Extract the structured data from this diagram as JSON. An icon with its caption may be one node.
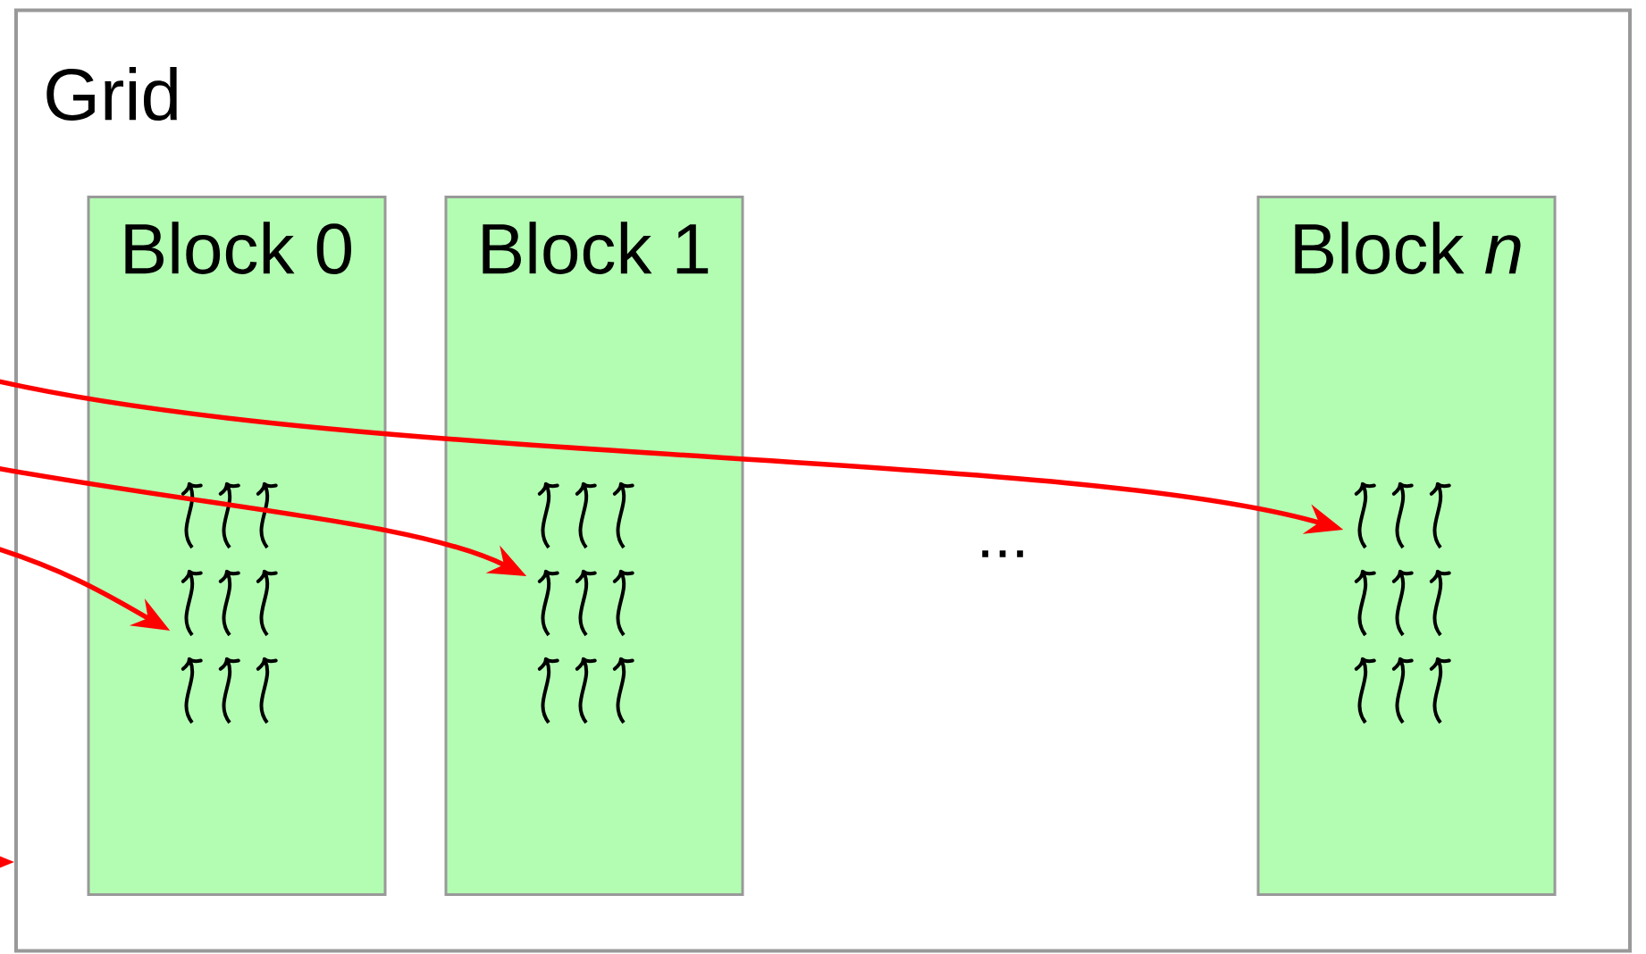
{
  "diagram": {
    "nodes": [
      {
        "text": [
          "Grid"
        ]
      },
      {
        "text": [
          "Block 0"
        ],
        "in": 0
      },
      {
        "text": [],
        "shape": "arrows",
        "in": 1
      },
      {
        "text": [
          "Block 1"
        ],
        "in": 0
      },
      {
        "text": [],
        "shape": "arrows",
        "in": 3
      },
      {
        "text": [
          "Block *n*"
        ],
        "in": 0
      },
      {
        "text": [],
        "shape": "arrows",
        "in": 5
      }
    ],
    "edges": [
      {
        "from": null,
        "to": 2,
        "arrow": "to"
      },
      {
        "from": null,
        "to": 4,
        "arrow": "to"
      },
      {
        "from": null,
        "to": 6,
        "arrow": "to"
      },
      {
        "from": null,
        "to": 0,
        "arrow": "to"
      }
    ],
    "labels": [
      "..."
    ]
  }
}
